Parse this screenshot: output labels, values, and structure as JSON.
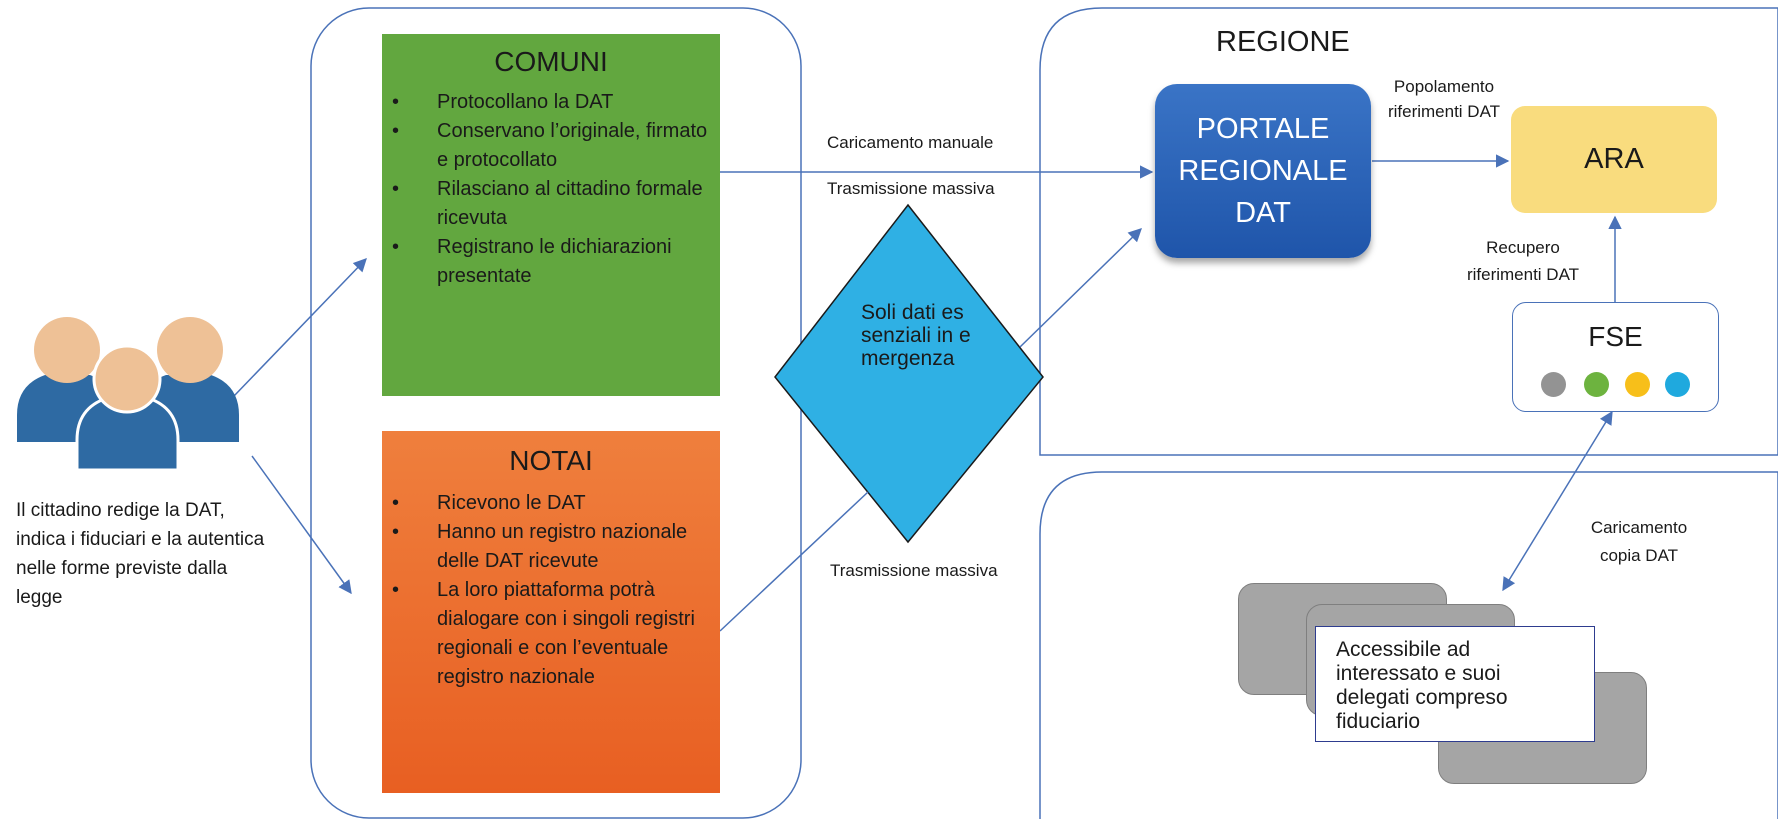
{
  "citizen": {
    "text": "Il cittadino redige la DAT, indica i fiduciari e la autentica nelle forme previste dalla legge",
    "icon": "people-group-icon"
  },
  "comuni": {
    "title": "COMUNI",
    "color": "#62a73f",
    "items": [
      "Protocollano la DAT",
      "Conservano l’originale, firmato e protocollato",
      "Rilasciano al cittadino formale ricevuta",
      "Registrano le dichiarazioni presentate"
    ]
  },
  "notai": {
    "title": "NOTAI",
    "color": "#e86b2a",
    "items": [
      "Ricevono le DAT",
      "Hanno un registro nazionale delle DAT ricevute",
      "La loro piattaforma potrà dialogare con i singoli registri regionali e con l’eventuale registro nazionale"
    ]
  },
  "edges": {
    "caricamento_manuale": "Caricamento manuale",
    "trasmissione_massiva_top": "Trasmissione massiva",
    "trasmissione_massiva_bottom": "Trasmissione massiva",
    "popolamento": "Popolamento riferimenti DAT",
    "recupero": "Recupero riferimenti DAT",
    "caricamento_copia": "Caricamento copia DAT"
  },
  "diamond": {
    "text": "Soli dati essenziali in emergenza",
    "color": "#2fb0e4"
  },
  "regione": {
    "title": "REGIONE",
    "portale": "PORTALE REGIONALE DAT",
    "ara": "ARA",
    "fse": {
      "label": "FSE",
      "dots": [
        "#939393",
        "#6db33f",
        "#f7bf1a",
        "#1fa9de"
      ]
    }
  },
  "access": {
    "text": "Accessibile ad interessato e suoi delegati compreso fiduciario"
  }
}
